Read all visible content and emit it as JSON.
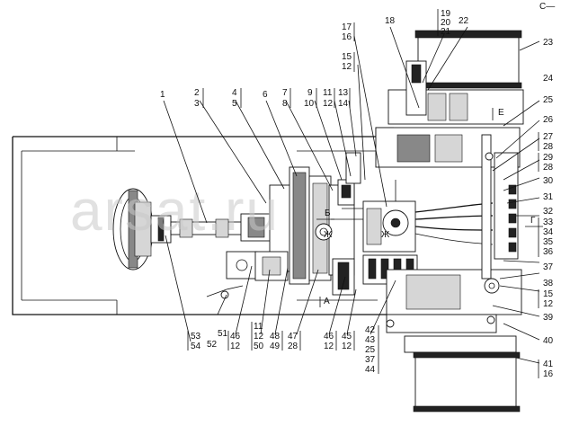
{
  "watermark": "arsat.ru",
  "corner_mark": "C—",
  "callouts": {
    "c1": "1",
    "c2": "2",
    "c3": "3",
    "c4": "4",
    "c5": "5",
    "c6": "6",
    "c7": "7",
    "c8": "8",
    "c9": "9",
    "c10": "10",
    "c11a": "11",
    "c12a": "12",
    "c13": "13",
    "c14": "14",
    "c15a": "15",
    "c12b": "12",
    "c17": "17",
    "c16a": "16",
    "c18": "18",
    "c19": "19",
    "c20": "20",
    "c21": "21",
    "c22": "22",
    "c23": "23",
    "c24": "24",
    "c25a": "25",
    "c26": "26",
    "c27": "27",
    "c28a": "28",
    "c29": "29",
    "c28b": "28",
    "c30": "30",
    "c31": "31",
    "c32": "32",
    "c33": "33",
    "c34": "34",
    "c35": "35",
    "c36": "36",
    "c37a": "37",
    "c38": "38",
    "c15b": "15",
    "c12c": "12",
    "c39": "39",
    "c40": "40",
    "c41": "41",
    "c16b": "16",
    "c53": "53",
    "c54": "54",
    "c51": "51",
    "c52": "52",
    "c46a": "46",
    "c12d": "12",
    "c11b": "11",
    "c12e": "12",
    "c50": "50",
    "c48": "48",
    "c49": "49",
    "c47": "47",
    "c28c": "28",
    "c46b": "46",
    "c12f": "12",
    "c45": "45",
    "c12g": "12",
    "c42": "42",
    "c43": "43",
    "c25b": "25",
    "c37b": "37",
    "c44": "44"
  },
  "view_letters": {
    "b": "Б",
    "zh1": "Ж",
    "zh2": "Ж",
    "g": "Г",
    "e": "Е",
    "a": "А"
  }
}
